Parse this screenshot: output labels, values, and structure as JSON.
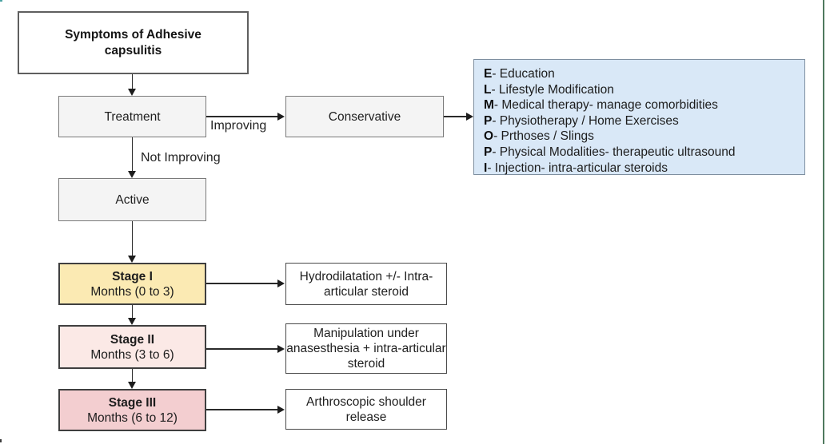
{
  "flowchart": {
    "symptoms_label": "Symptoms of Adhesive capsulitis",
    "treatment_label": "Treatment",
    "conservative_label": "Conservative",
    "active_label": "Active",
    "improving_label": "Improving",
    "not_improving_label": "Not Improving",
    "stages": [
      {
        "name": "Stage I",
        "months": "Months (0 to 3)",
        "procedure": "Hydrodilatation +/- Intra-articular steroid"
      },
      {
        "name": "Stage II",
        "months": "Months (3 to 6)",
        "procedure": "Manipulation under anasesthesia + intra-articular steroid"
      },
      {
        "name": "Stage III",
        "months": "Months (6 to 12)",
        "procedure": "Arthroscopic shoulder release"
      }
    ],
    "conservative_measures": [
      {
        "letter": "E",
        "rest": "- Education"
      },
      {
        "letter": "L",
        "rest": "- Lifestyle Modification"
      },
      {
        "letter": "M",
        "rest": "- Medical therapy- manage comorbidities"
      },
      {
        "letter": "P",
        "rest": "- Physiotherapy / Home Exercises"
      },
      {
        "letter": "O",
        "rest": "- Prthoses / Slings"
      },
      {
        "letter": "P",
        "rest": "- Physical Modalities- therapeutic ultrasound"
      },
      {
        "letter": "I",
        "rest": "- Injection- intra-articular steroids"
      }
    ],
    "colors": {
      "neutral_box_fill": "#f4f4f4",
      "conservative_panel_fill": "#d9e8f7",
      "stage1_fill": "#fbeab3",
      "stage2_fill": "#fbe9e6",
      "stage3_fill": "#f3ced0",
      "right_edge_green": "#4f7a5e"
    }
  }
}
